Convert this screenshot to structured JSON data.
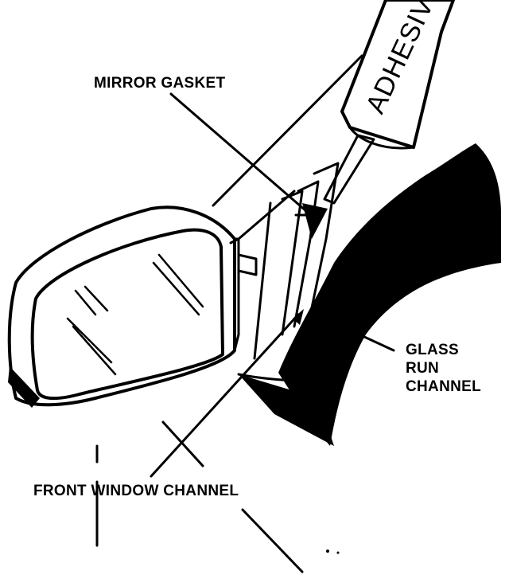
{
  "labels": {
    "mirror_gasket": "MIRROR GASKET",
    "adhesive": "ADHESIVE",
    "glass_run_channel": [
      "GLASS",
      "RUN",
      "CHANNEL"
    ],
    "front_window_channel": "FRONT WINDOW CHANNEL"
  },
  "colors": {
    "ink": "#000000",
    "paper": "#ffffff"
  }
}
